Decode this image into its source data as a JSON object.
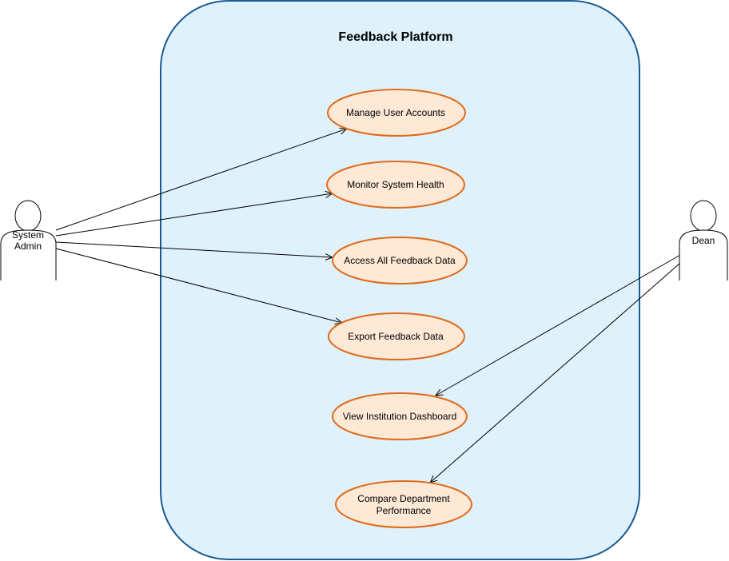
{
  "system": {
    "title": "Feedback Platform"
  },
  "actors": {
    "admin": {
      "line1": "System",
      "line2": "Admin"
    },
    "dean": {
      "label": "Dean"
    }
  },
  "use_cases": {
    "manage_users": {
      "line1": "Manage User Accounts"
    },
    "monitor_health": {
      "line1": "Monitor System Health"
    },
    "access_feedback": {
      "line1": "Access All Feedback Data"
    },
    "export_feedback": {
      "line1": "Export Feedback Data"
    },
    "view_dashboard": {
      "line1": "View Institution Dashboard"
    },
    "compare_perf": {
      "line1": "Compare Department",
      "line2": "Performance"
    }
  },
  "colors": {
    "boundary_fill": "#dff2fb",
    "boundary_stroke": "#1d5a96",
    "usecase_fill": "#fde9d5",
    "usecase_stroke": "#e06a1a",
    "line": "#000000"
  }
}
